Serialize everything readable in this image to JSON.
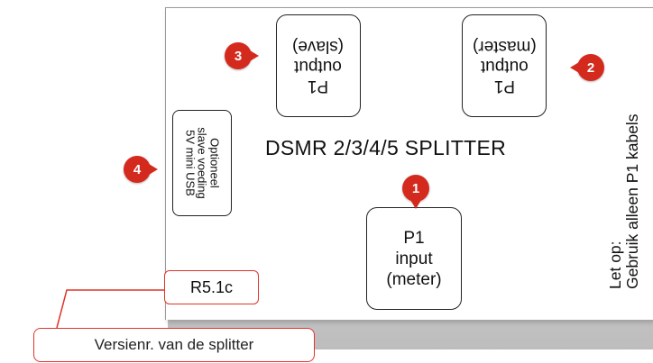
{
  "title": "DSMR 2/3/4/5 SPLITTER",
  "ports": {
    "slave": {
      "lines": [
        "P1",
        "output",
        "(slave)"
      ]
    },
    "master": {
      "lines": [
        "P1",
        "output",
        "(master)"
      ]
    },
    "input": {
      "lines": [
        "P1",
        "input",
        "(meter)"
      ]
    }
  },
  "usb": {
    "lines": [
      "Optioneel",
      "slave voeding",
      "5V mini USB"
    ]
  },
  "note": {
    "lines": [
      "Let op:",
      "Gebruik alleen P1 kabels"
    ]
  },
  "badges": {
    "input": "1",
    "master": "2",
    "slave": "3",
    "usb": "4"
  },
  "version": "R5.1c",
  "caption": "Versienr. van de splitter",
  "colors": {
    "badge": "#d42a1e",
    "callout": "#e0352b"
  }
}
